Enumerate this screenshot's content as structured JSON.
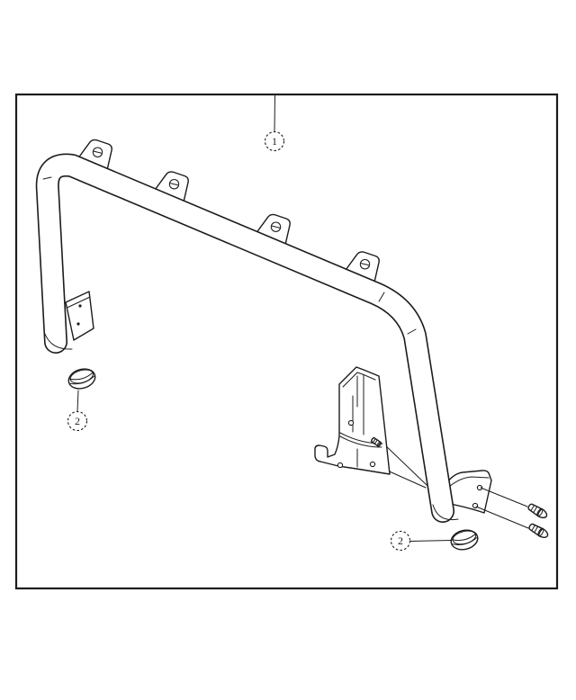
{
  "figure": {
    "type": "exploded-parts-diagram",
    "background_color": "#ffffff",
    "line_color": "#1c1c1c"
  },
  "callouts": [
    {
      "label": "1"
    },
    {
      "label": "2"
    },
    {
      "label": "2"
    }
  ]
}
